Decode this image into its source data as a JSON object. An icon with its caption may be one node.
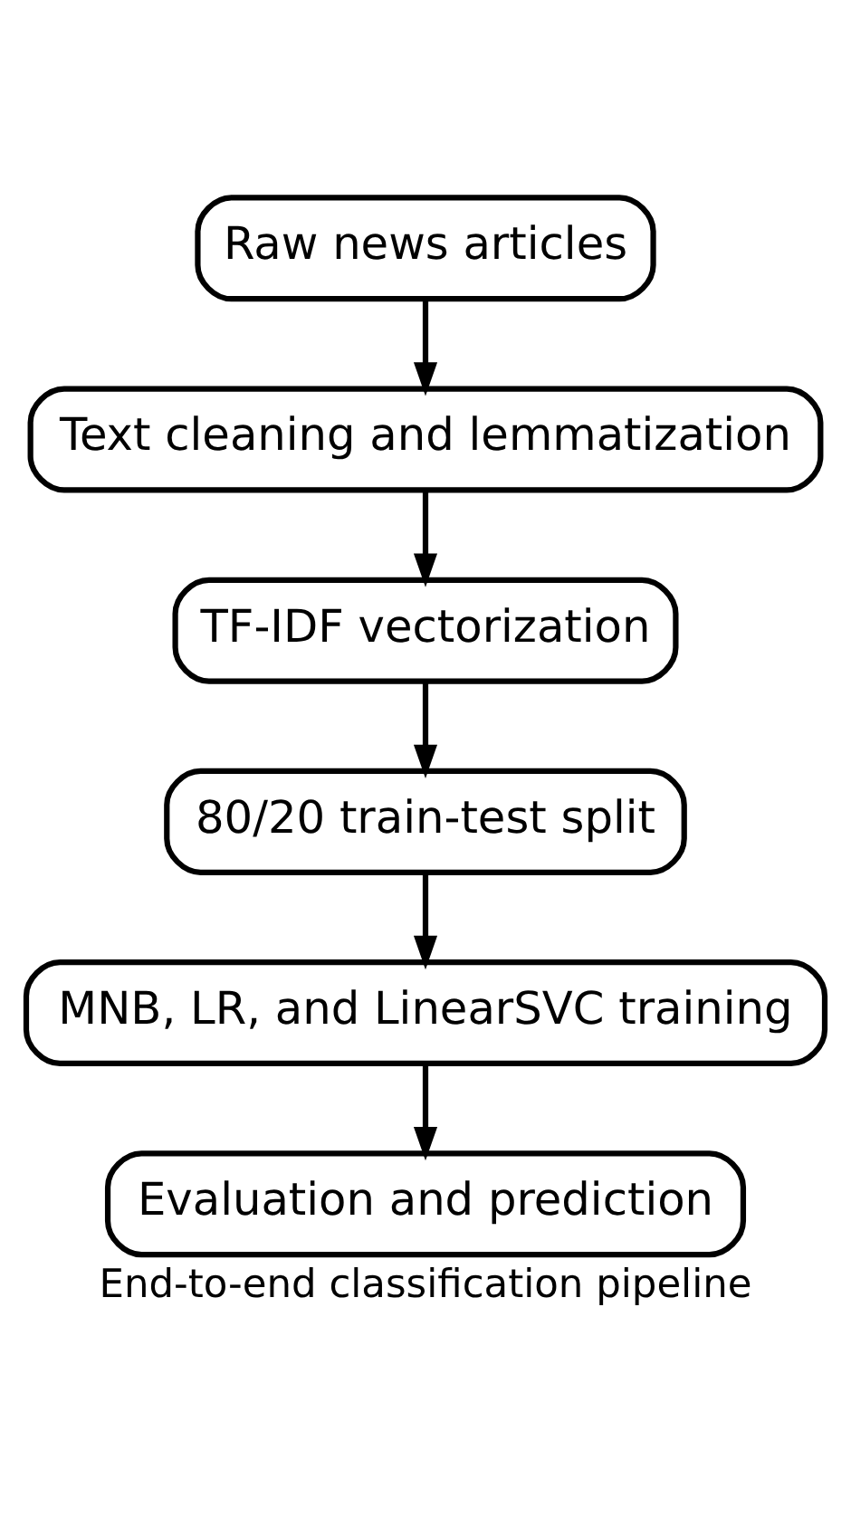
{
  "diagram": {
    "caption": "End-to-end classification pipeline",
    "nodes": [
      {
        "text": [
          "Raw news articles"
        ]
      },
      {
        "text": [
          "Text cleaning and lemmatization"
        ]
      },
      {
        "text": [
          "TF-IDF vectorization"
        ]
      },
      {
        "text": [
          "80/20 train-test split"
        ]
      },
      {
        "text": [
          "MNB, LR, and LinearSVC training"
        ]
      },
      {
        "text": [
          "Evaluation and prediction"
        ]
      }
    ],
    "edges": [
      {
        "from": 0,
        "to": 1,
        "arrow": "to"
      },
      {
        "from": 1,
        "to": 2,
        "arrow": "to"
      },
      {
        "from": 2,
        "to": 3,
        "arrow": "to"
      },
      {
        "from": 3,
        "to": 4,
        "arrow": "to"
      },
      {
        "from": 4,
        "to": 5,
        "arrow": "to"
      }
    ]
  }
}
